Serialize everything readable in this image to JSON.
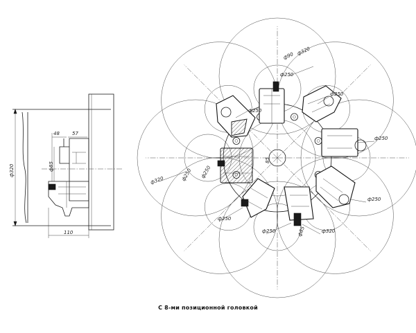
{
  "caption": "С 8-ми позиционной головкой",
  "side_view": {
    "dims": {
      "phi320": "ф320",
      "d48": "48",
      "d57": "57",
      "phi85": "ф85",
      "d110": "110"
    }
  },
  "head_view": {
    "dims": {
      "phi90": "ф90",
      "phi320_top": "ф320",
      "phi250_top": "ф250",
      "phi250_tr": "ф250",
      "phi250_ul": "ф250",
      "phi250_r": "ф250",
      "phi320_l": "ф320",
      "phi250_l": "ф250",
      "phi250_l2": "ф250",
      "d85": "85",
      "phi250_lr": "ф250",
      "phi250_bl": "ф250",
      "phi250_b": "ф250",
      "phi85_b": "ф85",
      "phi320_b": "ф320"
    }
  }
}
